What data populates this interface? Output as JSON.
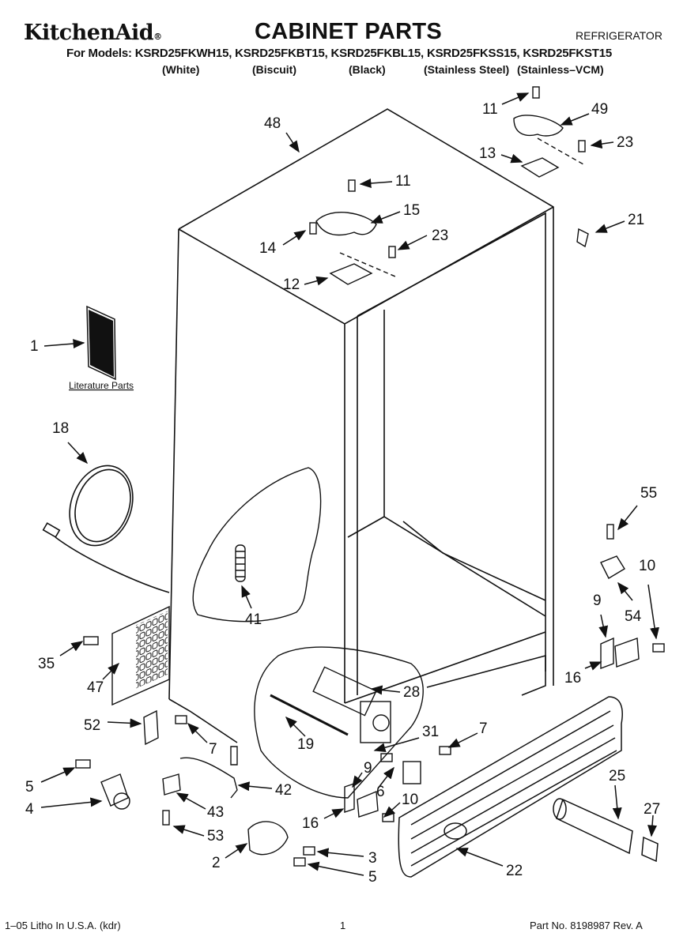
{
  "header": {
    "brand": "KitchenAid",
    "brand_mark": "®",
    "title": "CABINET PARTS",
    "product": "REFRIGERATOR",
    "models_line": "For Models: KSRD25FKWH15, KSRD25FKBT15, KSRD25FKBL15, KSRD25FKSS15, KSRD25FKST15",
    "variants": [
      "(White)",
      "(Biscuit)",
      "(Black)",
      "(Stainless Steel)",
      "(Stainless–VCM)"
    ]
  },
  "diagram": {
    "literature_link": "Literature Parts",
    "callouts": [
      {
        "id": "c11a",
        "text": "11"
      },
      {
        "id": "c49",
        "text": "49"
      },
      {
        "id": "c23a",
        "text": "23"
      },
      {
        "id": "c13",
        "text": "13"
      },
      {
        "id": "c48",
        "text": "48"
      },
      {
        "id": "c11b",
        "text": "11"
      },
      {
        "id": "c15",
        "text": "15"
      },
      {
        "id": "c14",
        "text": "14"
      },
      {
        "id": "c23b",
        "text": "23"
      },
      {
        "id": "c21",
        "text": "21"
      },
      {
        "id": "c12",
        "text": "12"
      },
      {
        "id": "c1",
        "text": "1"
      },
      {
        "id": "c18",
        "text": "18"
      },
      {
        "id": "c55",
        "text": "55"
      },
      {
        "id": "c10a",
        "text": "10"
      },
      {
        "id": "c9a",
        "text": "9"
      },
      {
        "id": "c54",
        "text": "54"
      },
      {
        "id": "c41",
        "text": "41"
      },
      {
        "id": "c35",
        "text": "35"
      },
      {
        "id": "c47",
        "text": "47"
      },
      {
        "id": "c16a",
        "text": "16"
      },
      {
        "id": "c28",
        "text": "28"
      },
      {
        "id": "c52",
        "text": "52"
      },
      {
        "id": "c7a",
        "text": "7"
      },
      {
        "id": "c19",
        "text": "19"
      },
      {
        "id": "c31",
        "text": "31"
      },
      {
        "id": "c7b",
        "text": "7"
      },
      {
        "id": "c9b",
        "text": "9"
      },
      {
        "id": "c25",
        "text": "25"
      },
      {
        "id": "c5a",
        "text": "5"
      },
      {
        "id": "c42",
        "text": "42"
      },
      {
        "id": "c6",
        "text": "6"
      },
      {
        "id": "c10b",
        "text": "10"
      },
      {
        "id": "c4",
        "text": "4"
      },
      {
        "id": "c43",
        "text": "43"
      },
      {
        "id": "c27",
        "text": "27"
      },
      {
        "id": "c16b",
        "text": "16"
      },
      {
        "id": "c53",
        "text": "53"
      },
      {
        "id": "c2",
        "text": "2"
      },
      {
        "id": "c3",
        "text": "3"
      },
      {
        "id": "c5b",
        "text": "5"
      },
      {
        "id": "c22",
        "text": "22"
      }
    ]
  },
  "footer": {
    "left": "1–05 Litho In U.S.A. (kdr)",
    "page": "1",
    "right": "Part No. 8198987 Rev. A"
  }
}
